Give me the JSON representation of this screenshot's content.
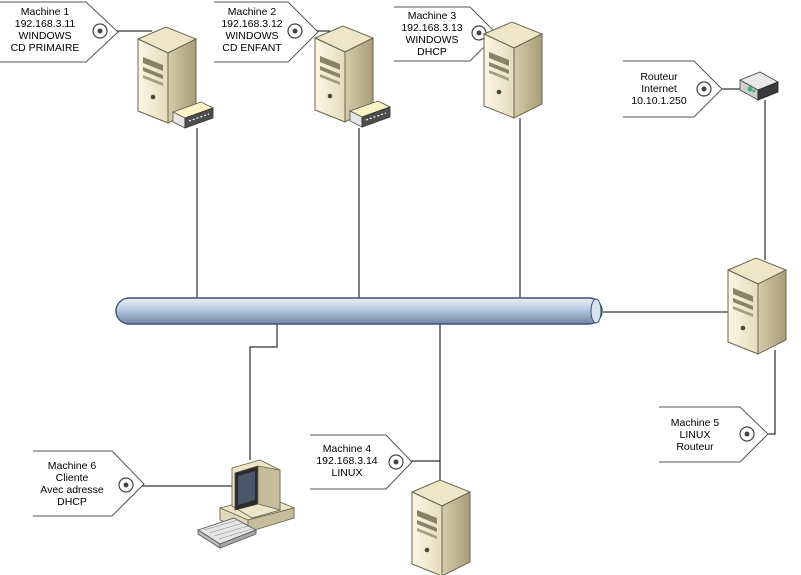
{
  "colors": {
    "tag_border": "#555555",
    "server_body": "#f3ead2",
    "server_side": "#c9bd9c",
    "server_dark": "#6b6550",
    "bus_fill": "#b7c9df",
    "bus_border": "#4a5e78",
    "line": "#000000",
    "router_green": "#3cb371"
  },
  "nodes": {
    "m1": {
      "lines": [
        "Machine 1",
        "192.168.3.11",
        "WINDOWS",
        "CD PRIMAIRE"
      ],
      "icon": "server-with-modem-icon"
    },
    "m2": {
      "lines": [
        "Machine 2",
        "192.168.3.12",
        "WINDOWS",
        "CD ENFANT"
      ],
      "icon": "server-with-modem-icon"
    },
    "m3": {
      "lines": [
        "Machine 3",
        "192.168.3.13",
        "WINDOWS",
        "DHCP"
      ],
      "icon": "server-icon"
    },
    "router": {
      "lines": [
        "Routeur",
        "Internet",
        "10.10.1.250"
      ],
      "icon": "router-icon"
    },
    "m5": {
      "lines": [
        "Machine 5",
        "LINUX",
        "Routeur"
      ],
      "icon": "server-icon"
    },
    "m4": {
      "lines": [
        "Machine 4",
        "192.168.3.14",
        "LINUX"
      ],
      "icon": "server-icon"
    },
    "m6": {
      "lines": [
        "Machine 6",
        "Cliente",
        "Avec adresse",
        "DHCP"
      ],
      "icon": "workstation-icon"
    }
  }
}
